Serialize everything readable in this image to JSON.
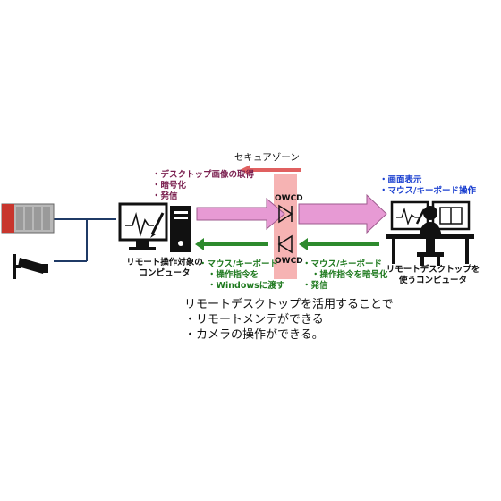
{
  "zone_label": "セキュアゾーン",
  "left_notes": [
    "デスクトップ画像の取得",
    "暗号化",
    "発信"
  ],
  "right_notes": [
    "画面表示",
    "マウス/キーボード操作"
  ],
  "owcd_top": "OWCD",
  "owcd_bottom": "OWCD",
  "left_computer_label": [
    "リモート操作対象の",
    "コンピュータ"
  ],
  "right_computer_label": [
    "リモートデスクトップを",
    "使うコンピュータ"
  ],
  "bottom_left_notes": [
    "マウス/キーボード",
    "操作指令を",
    "Windowsに渡す"
  ],
  "bottom_right_notes": [
    "マウス/キーボード",
    "操作指令を暗号化",
    "発信"
  ],
  "summary": {
    "line1": "リモートデスクトップを活用することで",
    "line2": "・リモートメンテができる",
    "line3": "・カメラの操作ができる。"
  },
  "colors": {
    "pink_arrow": "#e79ad4",
    "green_arrow": "#2d8a2d",
    "zone_band": "#f4a6a6",
    "zone_arrow": "#e06060"
  }
}
